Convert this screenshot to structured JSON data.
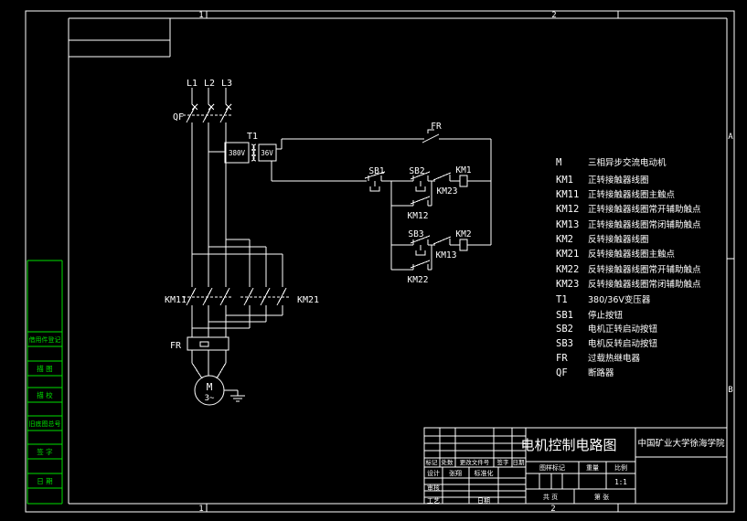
{
  "frame": {
    "zones": {
      "top_left": "1",
      "top_right": "2",
      "bottom_left": "1",
      "bottom_right": "2",
      "right_upper": "A",
      "right_lower": "B"
    }
  },
  "circuit": {
    "phases": [
      "L1",
      "L2",
      "L3"
    ],
    "breaker_label": "QF",
    "transformer": {
      "label": "T1",
      "primary": "380V",
      "secondary": "36V"
    },
    "contactor_left": "KM11",
    "contactor_right": "KM21",
    "thermal_label": "FR",
    "motor": {
      "letter": "M",
      "phase": "3~"
    },
    "control": {
      "fr": "FR",
      "sb1": "SB1",
      "sb2": "SB2",
      "sb3": "SB3",
      "km1": "KM1",
      "km2": "KM2",
      "km12": "KM12",
      "km13": "KM13",
      "km22": "KM22",
      "km23": "KM23"
    }
  },
  "legend": {
    "items": [
      {
        "symbol": "M",
        "desc": "三相异步交流电动机"
      },
      {
        "symbol": "KM1",
        "desc": "正转接触器线圈"
      },
      {
        "symbol": "KM11",
        "desc": "正转接触器线圈主触点"
      },
      {
        "symbol": "KM12",
        "desc": "正转接触器线圈常开辅助触点"
      },
      {
        "symbol": "KM13",
        "desc": "正转接触器线圈常闭辅助触点"
      },
      {
        "symbol": "KM2",
        "desc": "反转接触器线圈"
      },
      {
        "symbol": "KM21",
        "desc": "反转接触器线圈主触点"
      },
      {
        "symbol": "KM22",
        "desc": "反转接触器线圈常开辅助触点"
      },
      {
        "symbol": "KM23",
        "desc": "反转接触器线圈常闭辅助触点"
      },
      {
        "symbol": "T1",
        "desc": "380/36V变压器"
      },
      {
        "symbol": "SB1",
        "desc": "停止按钮"
      },
      {
        "symbol": "SB2",
        "desc": "电机正转启动按钮"
      },
      {
        "symbol": "SB3",
        "desc": "电机反转启动按钮"
      },
      {
        "symbol": "FR",
        "desc": "过载热继电器"
      },
      {
        "symbol": "QF",
        "desc": "断路器"
      }
    ]
  },
  "margin_table": {
    "labels": [
      "借用件登记",
      "描  图",
      "描  校",
      "旧底图总号",
      "签  字",
      "日  期"
    ]
  },
  "title_block": {
    "title": "电机控制电路图",
    "organization": "中国矿业大学徐海学院",
    "rev_headers": {
      "mark": "标记",
      "count": "处数",
      "file_no": "更改文件号",
      "sign": "签字",
      "date": "日期"
    },
    "design_label": "设计",
    "designer": "张翔",
    "standardization_label": "标准化",
    "audit_label": "审核",
    "process_label": "工艺",
    "process_date_label": "日期",
    "stamp_label": "图样标记",
    "weight_label": "重量",
    "scale_label": "比例",
    "scale_value": "1:1",
    "total_pages_label": "共  页",
    "sheet_no_label": "第  张"
  }
}
